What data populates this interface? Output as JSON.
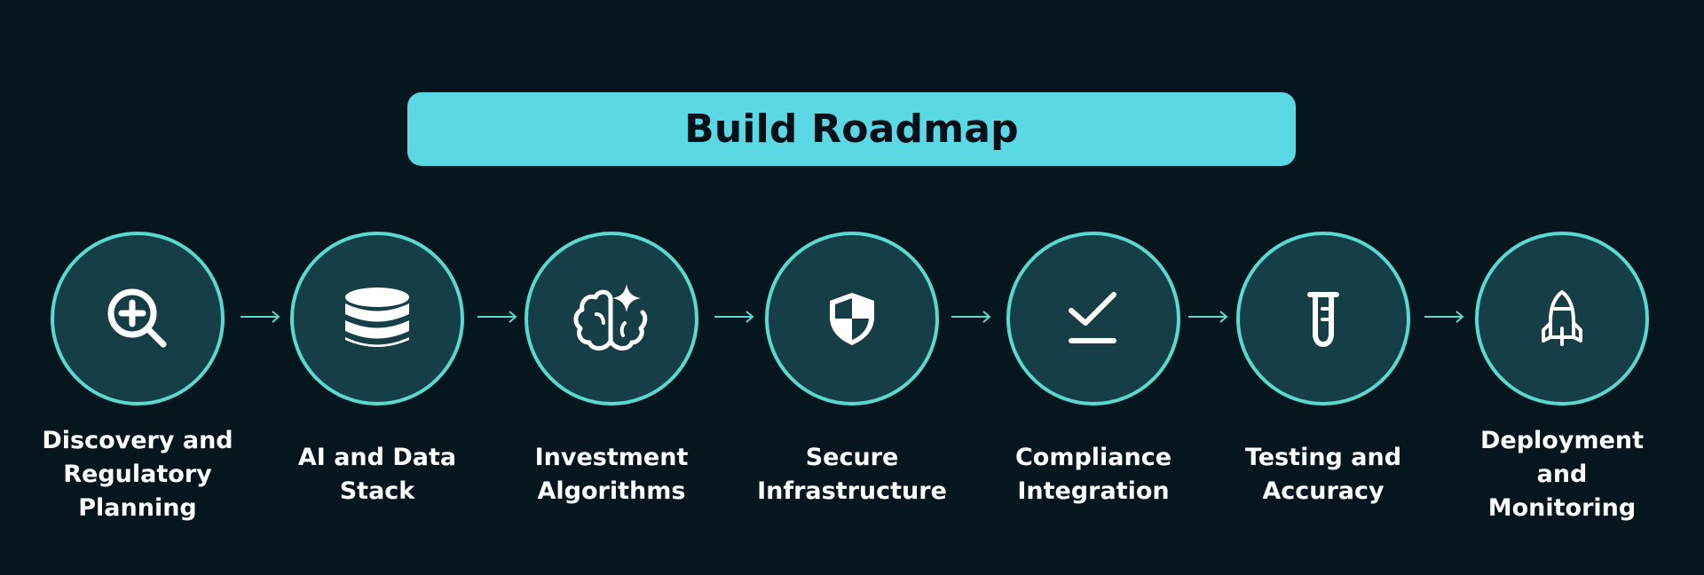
{
  "title": "Build Roadmap",
  "colors": {
    "background": "#06161f",
    "banner": "#5ad8e4",
    "circle_fill": "#163e46",
    "circle_stroke": "#5ad9cf",
    "arrow": "#5ad9cf",
    "label": "#ffffff"
  },
  "steps": [
    {
      "label": "Discovery and\nRegulatory\nPlanning",
      "icon": "search-plus-icon"
    },
    {
      "label": "AI and Data\nStack",
      "icon": "database-icon"
    },
    {
      "label": "Investment\nAlgorithms",
      "icon": "brain-sparkle-icon"
    },
    {
      "label": "Secure\nInfrastructure",
      "icon": "shield-icon"
    },
    {
      "label": "Compliance\nIntegration",
      "icon": "checkmark-icon"
    },
    {
      "label": "Testing and\nAccuracy",
      "icon": "test-tube-icon"
    },
    {
      "label": "Deployment\nand\nMonitoring",
      "icon": "rocket-icon"
    }
  ]
}
